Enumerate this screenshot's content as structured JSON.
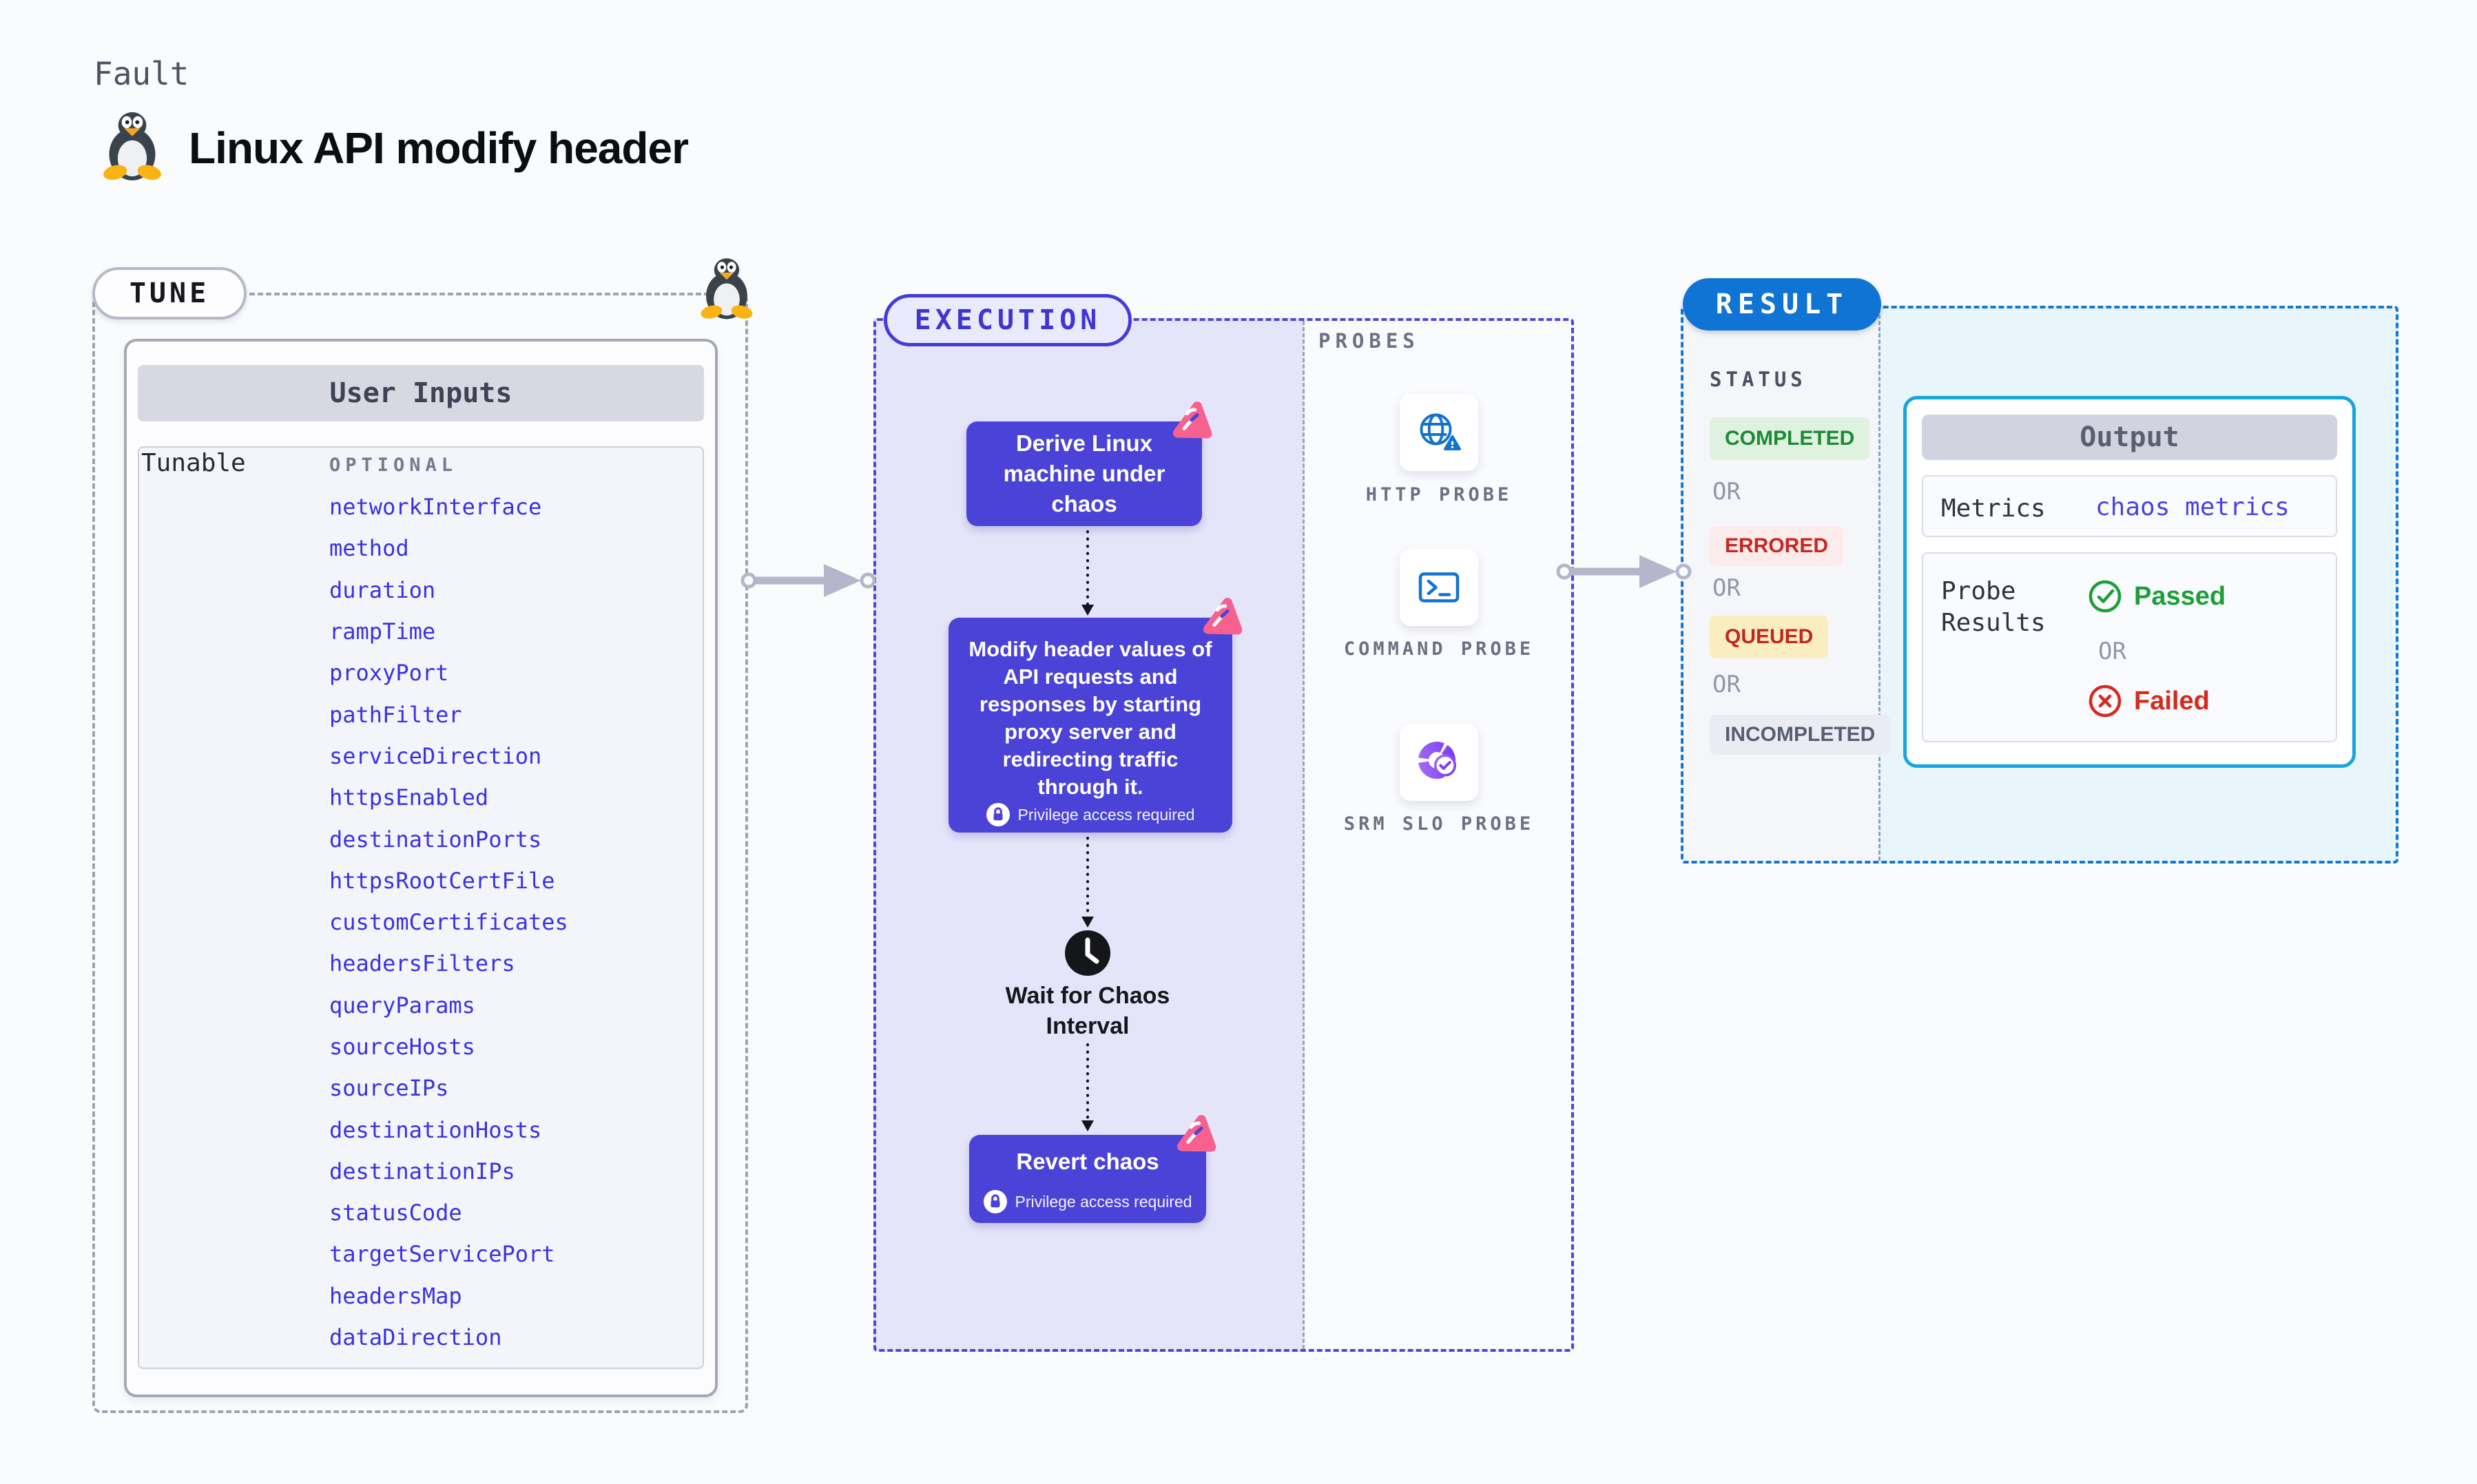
{
  "page": {
    "kind_label": "Fault",
    "title": "Linux API modify header"
  },
  "tune": {
    "badge": "TUNE",
    "card_title": "User Inputs",
    "row_label": "Tunable",
    "column_label": "OPTIONAL",
    "params": [
      "networkInterface",
      "method",
      "duration",
      "rampTime",
      "proxyPort",
      "pathFilter",
      "serviceDirection",
      "httpsEnabled",
      "destinationPorts",
      "httpsRootCertFile",
      "customCertificates",
      "headersFilters",
      "queryParams",
      "sourceHosts",
      "sourceIPs",
      "destinationHosts",
      "destinationIPs",
      "statusCode",
      "targetServicePort",
      "headersMap",
      "dataDirection"
    ]
  },
  "execution": {
    "badge": "EXECUTION",
    "node1": "Derive Linux machine under chaos",
    "node2": "Modify header values of API requests and responses by starting proxy server and redirecting traffic through it.",
    "privilege_note": "Privilege access required",
    "wait_label": "Wait for Chaos Interval",
    "node3": "Revert chaos"
  },
  "probes": {
    "label": "PROBES",
    "items": [
      {
        "label": "HTTP PROBE",
        "icon": "globe-alert-icon"
      },
      {
        "label": "COMMAND PROBE",
        "icon": "terminal-icon"
      },
      {
        "label": "SRM SLO PROBE",
        "icon": "slo-donut-icon"
      }
    ]
  },
  "result": {
    "badge": "RESULT",
    "status_label": "STATUS",
    "or_label": "OR",
    "statuses": [
      {
        "label": "COMPLETED",
        "text_color": "#1e8a35",
        "bg_color": "#def2df"
      },
      {
        "label": "ERRORED",
        "text_color": "#c52722",
        "bg_color": "#fcebeb"
      },
      {
        "label": "QUEUED",
        "text_color": "#c3261d",
        "bg_color": "#faeec0"
      },
      {
        "label": "INCOMPLETED",
        "text_color": "#585d72",
        "bg_color": "#ebecf3"
      }
    ],
    "output": {
      "title": "Output",
      "metrics_label": "Metrics",
      "metrics_value": "chaos metrics",
      "probe_results_label": "Probe Results",
      "passed_label": "Passed",
      "failed_label": "Failed"
    }
  },
  "colors": {
    "node_purple": "#4b43d8",
    "execution_fill": "#e5e5fa",
    "execution_border": "#4d46da",
    "result_border": "#1478d2",
    "result_fill": "#e8f6fc",
    "result_pill": "#0f74d4",
    "output_border": "#14a6de",
    "param_link_blue": "#3a31e4",
    "probe_icon_blue": "#1273cf",
    "srm_purple": "#8a52f2",
    "chaos_pink": "#f7618f",
    "arrow_gray": "#b6b6cb",
    "passed_green": "#1d9e37",
    "failed_red": "#d62a1f"
  }
}
